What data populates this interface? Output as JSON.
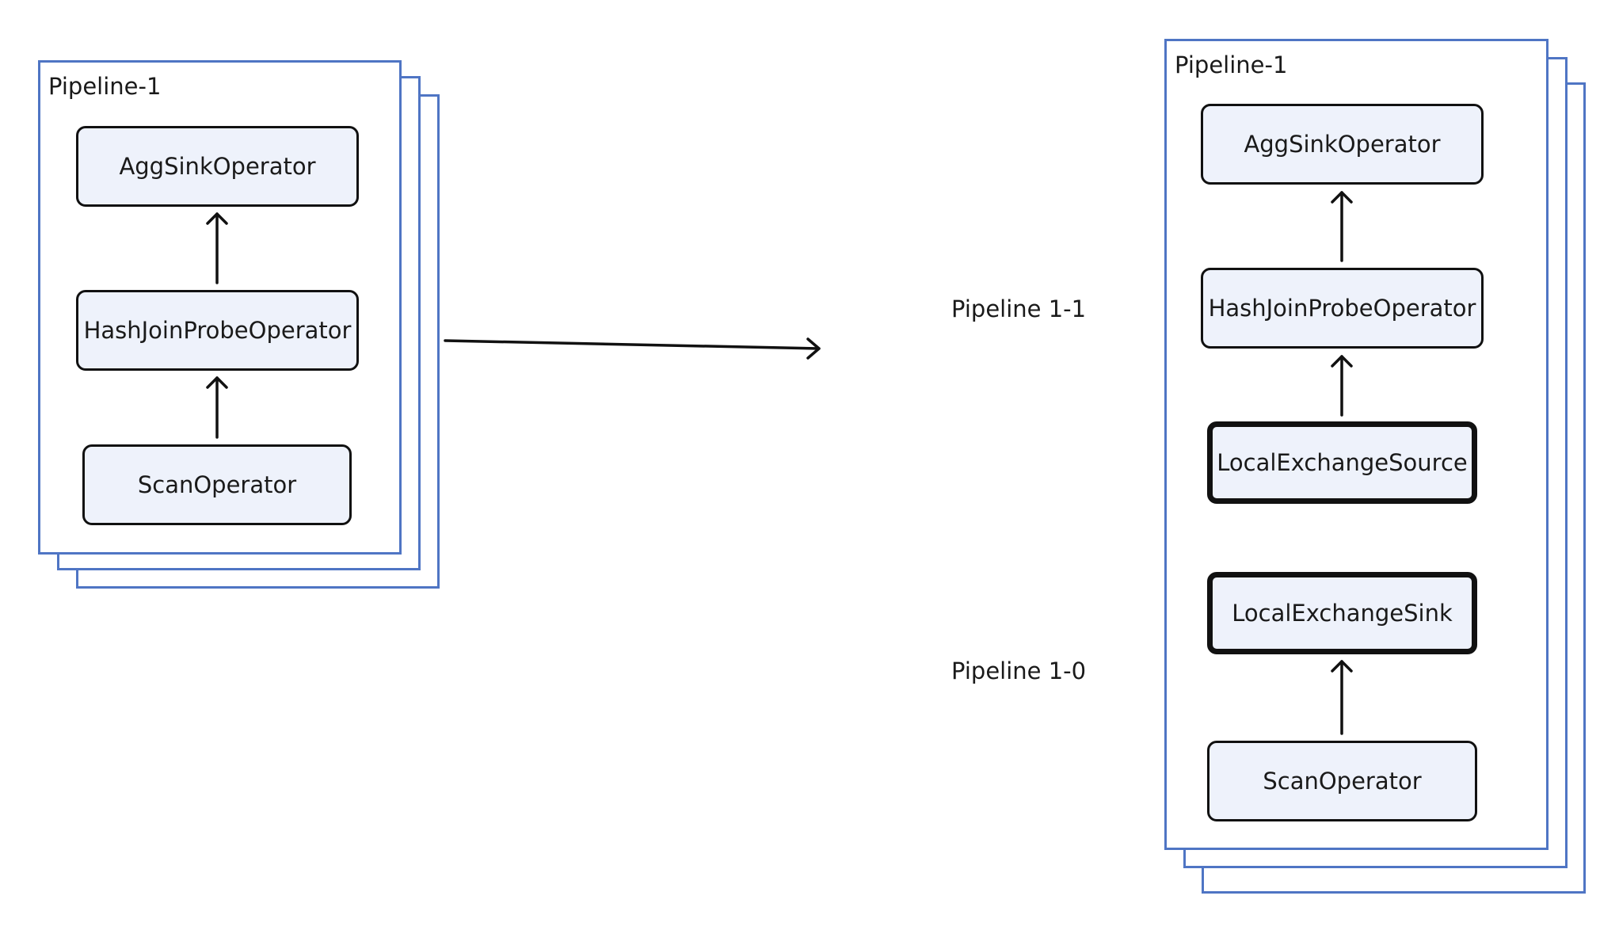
{
  "left": {
    "title": "Pipeline-1",
    "operators": {
      "top": "AggSinkOperator",
      "middle": "HashJoinProbeOperator",
      "bottom": "ScanOperator"
    }
  },
  "right": {
    "title": "Pipeline-1",
    "operators": {
      "agg": "AggSinkOperator",
      "probe": "HashJoinProbeOperator",
      "exchange_source": "LocalExchangeSource",
      "exchange_sink": "LocalExchangeSink",
      "scan": "ScanOperator"
    },
    "labels": {
      "upper": "Pipeline 1-1",
      "lower": "Pipeline 1-0"
    }
  },
  "colors": {
    "frame": "#4f75c4",
    "operator_fill": "#eef2fb",
    "operator_border": "#111111"
  }
}
